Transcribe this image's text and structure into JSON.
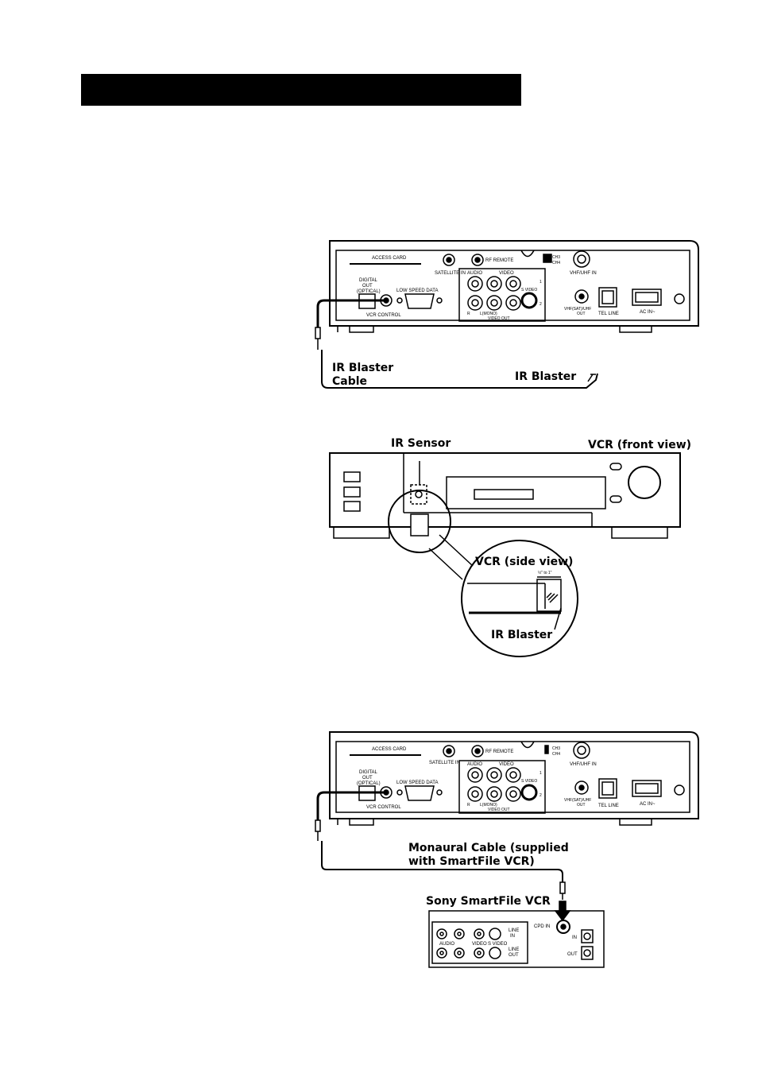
{
  "header": {
    "title": ""
  },
  "panel_labels": {
    "access_card": "ACCESS CARD",
    "satellite_in": "SATELLITE IN",
    "rf_remote": "RF REMOTE",
    "ch3": "CH3",
    "ch4": "CH4",
    "vhf_uhf_in": "VHF/UHF IN",
    "digital_out_1": "DIGITAL",
    "digital_out_2": "OUT",
    "digital_out_3": "(OPTICAL)",
    "low_speed_data": "LOW SPEED DATA",
    "audio": "AUDIO",
    "video": "VIDEO",
    "s_video": "S VIDEO",
    "r": "R",
    "l_mono": "L(MONO)",
    "video_out": "VIDEO OUT",
    "vcr_control": "VCR CONTROL",
    "vhf_sat_uhf_out_1": "VHF(SAT)/UHF",
    "vhf_sat_uhf_out_2": "OUT",
    "tel_line": "TEL LINE",
    "ac_in": "AC IN~",
    "one": "1",
    "two": "2"
  },
  "diagram1": {
    "ir_blaster_cable_1": "IR Blaster",
    "ir_blaster_cable_2": "Cable",
    "ir_blaster": "IR Blaster"
  },
  "diagram2": {
    "ir_sensor": "IR Sensor",
    "vcr_front": "VCR (front view)",
    "vcr_side": "VCR (side view)",
    "distance": "½\" to 1\"",
    "ir_blaster": "IR Blaster"
  },
  "diagram3": {
    "monaural_1": "Monaural Cable (supplied",
    "monaural_2": "with SmartFile VCR)",
    "sony_smartfile": "Sony SmartFile VCR",
    "audio": "AUDIO",
    "video": "VIDEO",
    "s_video": "S VIDEO",
    "line_in_1": "LINE",
    "line_in_2": "IN",
    "line_out_1": "LINE",
    "line_out_2": "OUT",
    "cpd_in": "CPD IN",
    "in": "IN",
    "out": "OUT"
  }
}
